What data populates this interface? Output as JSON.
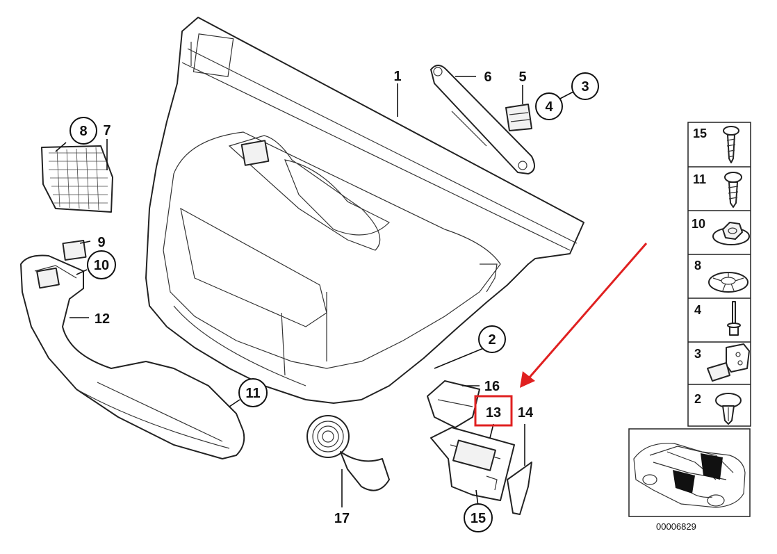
{
  "diagram": {
    "callouts": [
      {
        "id": "1",
        "label": "1",
        "circled": false
      },
      {
        "id": "2",
        "label": "2",
        "circled": true
      },
      {
        "id": "3",
        "label": "3",
        "circled": true
      },
      {
        "id": "4",
        "label": "4",
        "circled": true
      },
      {
        "id": "5",
        "label": "5",
        "circled": false
      },
      {
        "id": "6",
        "label": "6",
        "circled": false
      },
      {
        "id": "7",
        "label": "7",
        "circled": false
      },
      {
        "id": "8",
        "label": "8",
        "circled": true
      },
      {
        "id": "9",
        "label": "9",
        "circled": false
      },
      {
        "id": "10",
        "label": "10",
        "circled": true
      },
      {
        "id": "11",
        "label": "11",
        "circled": true
      },
      {
        "id": "12",
        "label": "12",
        "circled": false
      },
      {
        "id": "13",
        "label": "13",
        "circled": false,
        "highlighted": true
      },
      {
        "id": "14",
        "label": "14",
        "circled": false
      },
      {
        "id": "15",
        "label": "15",
        "circled": true
      },
      {
        "id": "16",
        "label": "16",
        "circled": false
      },
      {
        "id": "17",
        "label": "17",
        "circled": false
      }
    ],
    "legend": [
      {
        "label": "15",
        "part": "screw-icon"
      },
      {
        "label": "11",
        "part": "bolt-icon"
      },
      {
        "label": "10",
        "part": "nut-icon"
      },
      {
        "label": "8",
        "part": "clip-washer-icon"
      },
      {
        "label": "4",
        "part": "rivet-icon"
      },
      {
        "label": "3",
        "part": "bracket-icon"
      },
      {
        "label": "2",
        "part": "expansion-rivet-icon"
      }
    ],
    "diagram_code": "00006829",
    "highlight_color": "#e02020"
  }
}
